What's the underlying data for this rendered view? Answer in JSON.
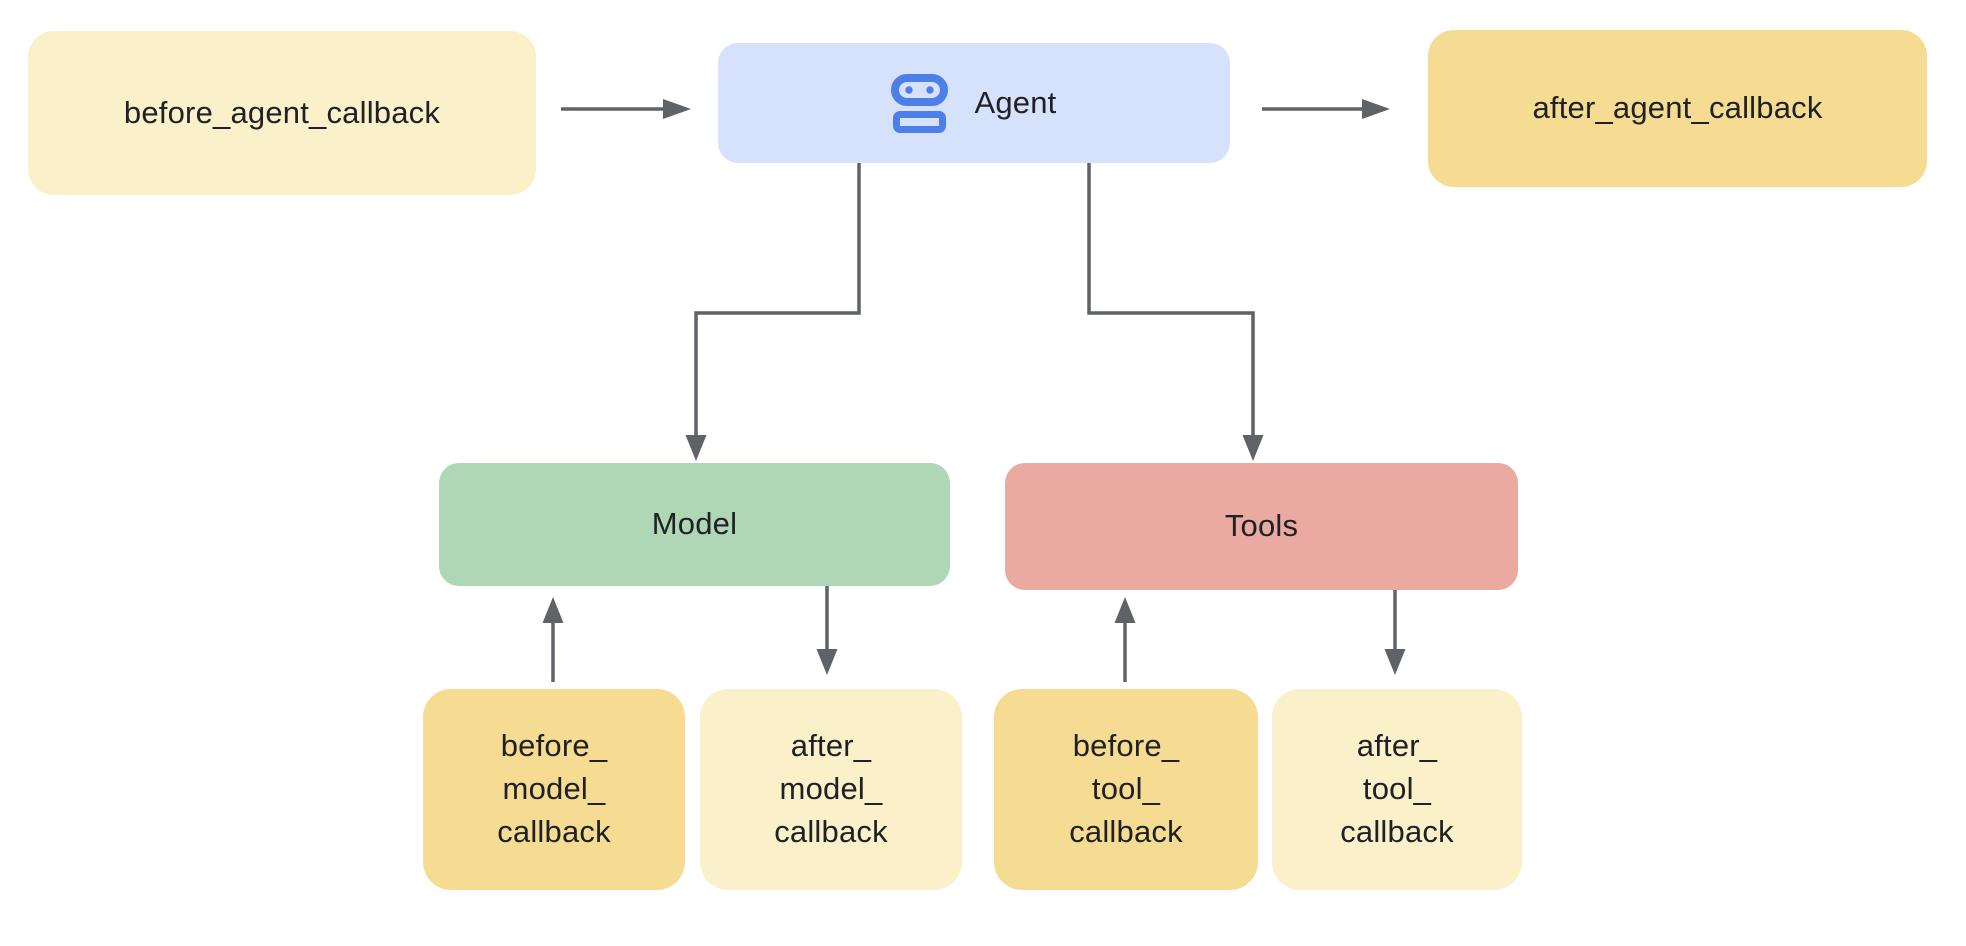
{
  "diagram": {
    "type": "flowchart",
    "nodes": {
      "before_agent": {
        "label": "before_agent_callback",
        "fill": "#faf0c9"
      },
      "agent": {
        "label": "Agent",
        "fill": "#d6e2fb",
        "icon": "robot-icon"
      },
      "after_agent": {
        "label": "after_agent_callback",
        "fill": "#f5dc92"
      },
      "model": {
        "label": "Model",
        "fill": "#afd7b5"
      },
      "tools": {
        "label": "Tools",
        "fill": "#eaa9a1"
      },
      "before_model": {
        "label": "before_\nmodel_\ncallback",
        "fill": "#f5dc92"
      },
      "after_model": {
        "label": "after_\nmodel_\ncallback",
        "fill": "#faf0c9"
      },
      "before_tool": {
        "label": "before_\ntool_\ncallback",
        "fill": "#f5dc92"
      },
      "after_tool": {
        "label": "after_\ntool_\ncallback",
        "fill": "#faf0c9"
      }
    },
    "edges": [
      {
        "from": "before_agent",
        "to": "agent"
      },
      {
        "from": "agent",
        "to": "after_agent"
      },
      {
        "from": "agent",
        "to": "model"
      },
      {
        "from": "agent",
        "to": "tools"
      },
      {
        "from": "before_model",
        "to": "model"
      },
      {
        "from": "model",
        "to": "after_model"
      },
      {
        "from": "before_tool",
        "to": "tools"
      },
      {
        "from": "tools",
        "to": "after_tool"
      }
    ],
    "colors": {
      "background": "#ffffff",
      "arrow": "#5f6368",
      "text": "#202124",
      "robot": "#4d7fe9"
    }
  }
}
